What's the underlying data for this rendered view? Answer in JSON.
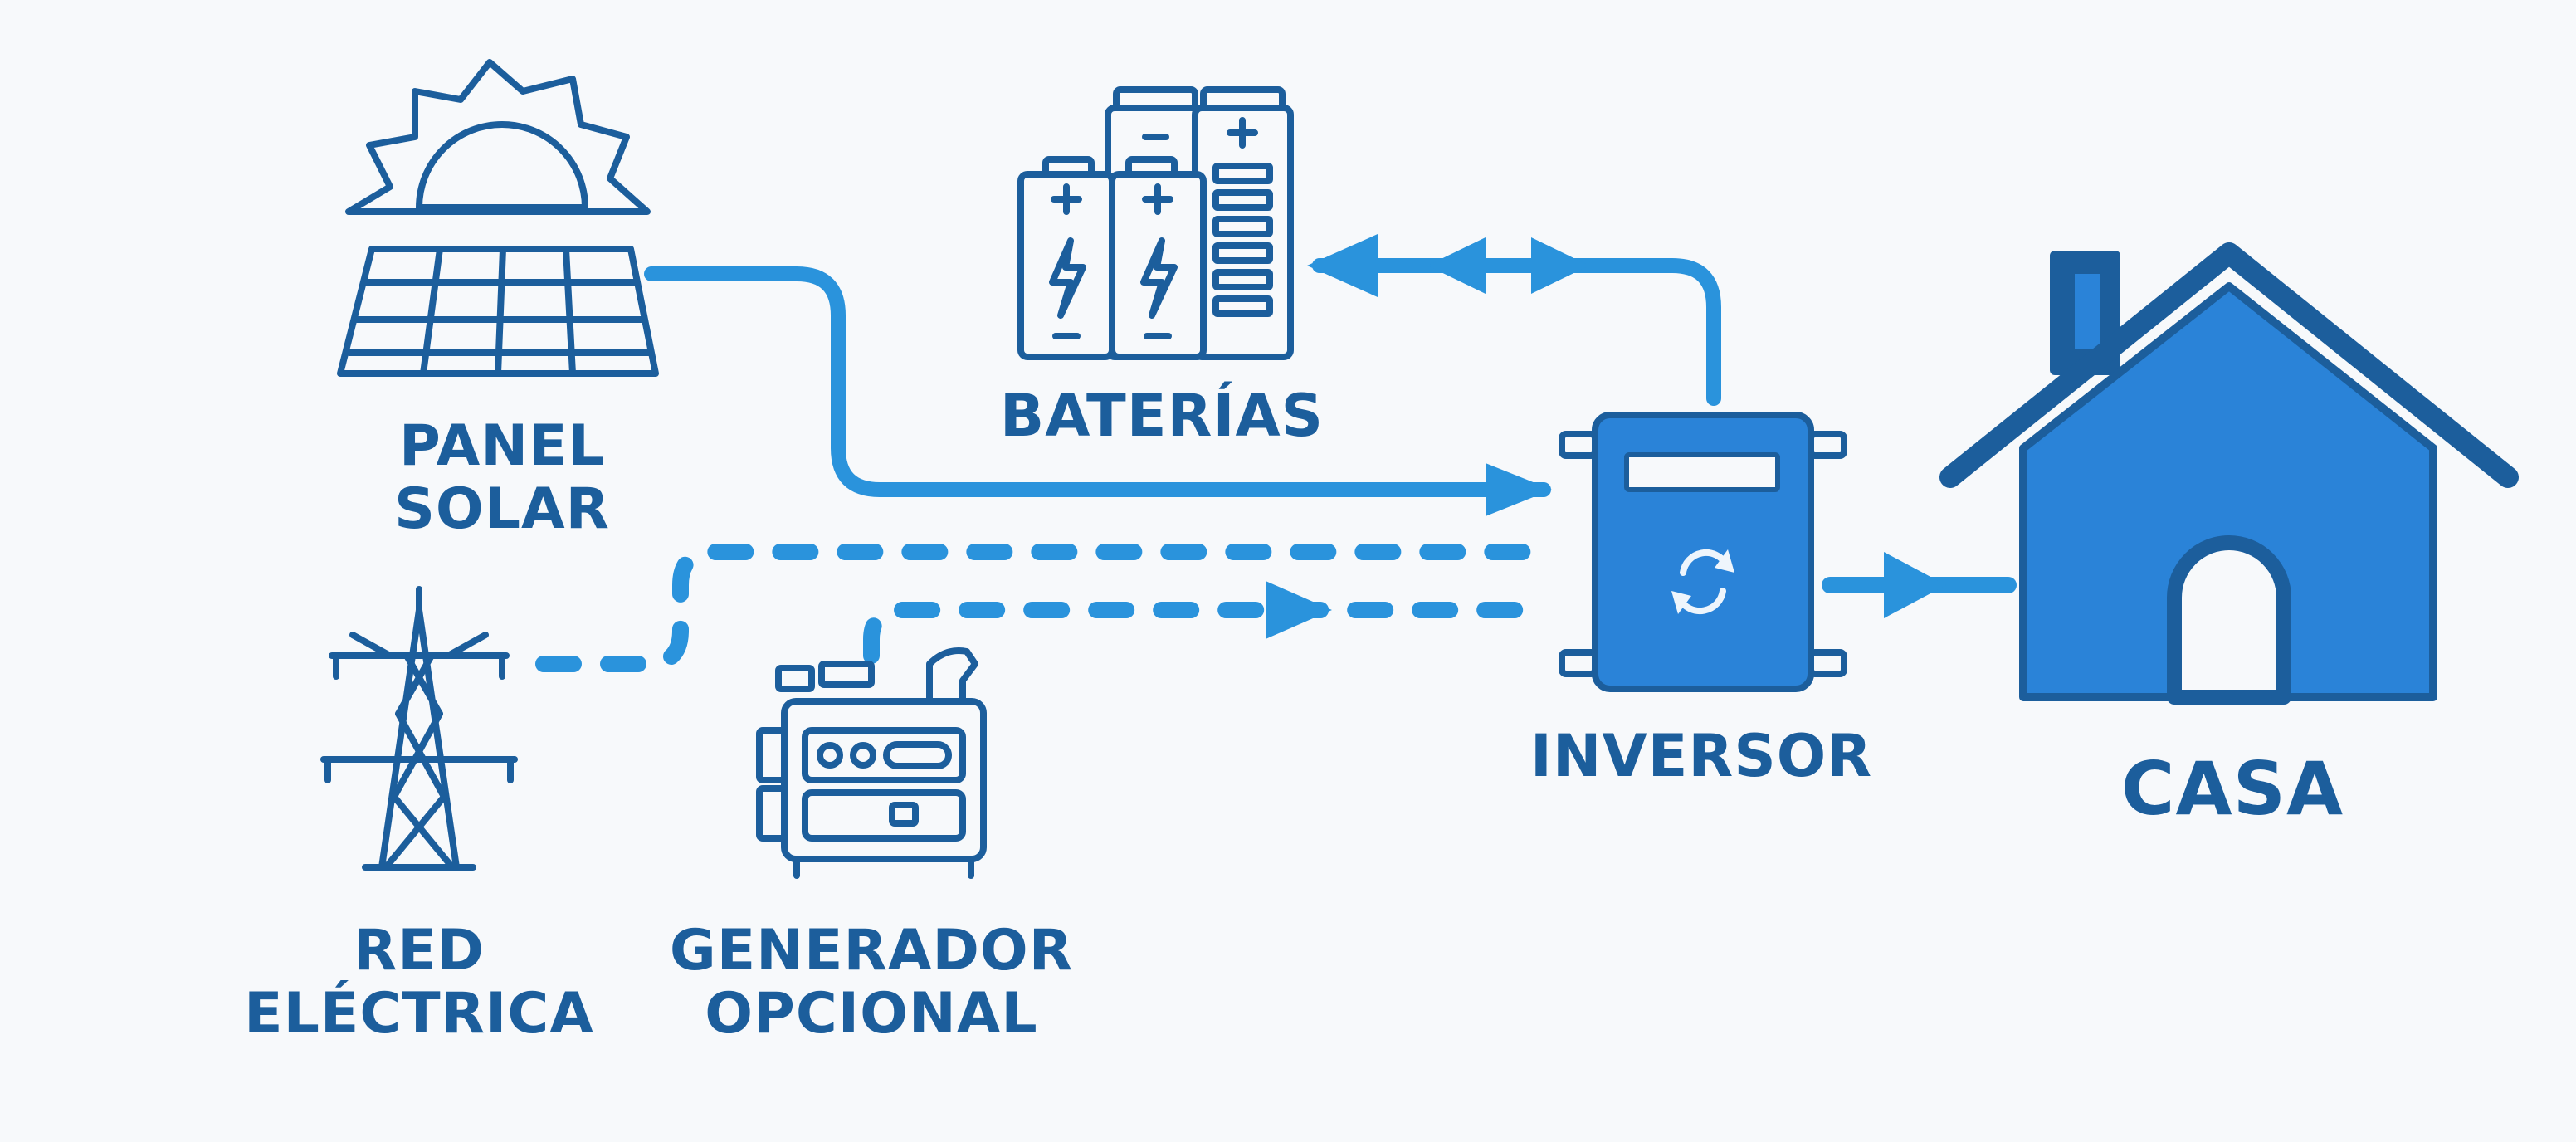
{
  "colors": {
    "outline": "#1c5e9c",
    "flow": "#2a93dc",
    "fill": "#2a83d8",
    "background": "#f7f9fb"
  },
  "nodes": {
    "solar_panel": {
      "icon": "solar-panel-icon",
      "label_line1": "PANEL",
      "label_line2": "SOLAR"
    },
    "batteries": {
      "icon": "battery-icon",
      "label": "BATERÍAS"
    },
    "grid": {
      "icon": "power-tower-icon",
      "label_line1": "RED",
      "label_line2": "ELÉCTRICA"
    },
    "generator": {
      "icon": "generator-icon",
      "label_line1": "GENERADOR",
      "label_line2": "OPCIONAL"
    },
    "inverter": {
      "icon": "inverter-icon",
      "label": "INVERSOR"
    },
    "house": {
      "icon": "house-icon",
      "label": "CASA"
    }
  },
  "connections": [
    {
      "from": "solar_panel",
      "to": "inverter",
      "style": "solid"
    },
    {
      "from": "inverter",
      "to": "batteries",
      "style": "solid",
      "direction": "bidirectional"
    },
    {
      "from": "grid",
      "to": "inverter",
      "style": "dashed"
    },
    {
      "from": "generator",
      "to": "inverter",
      "style": "dashed"
    },
    {
      "from": "inverter",
      "to": "house",
      "style": "solid"
    }
  ]
}
